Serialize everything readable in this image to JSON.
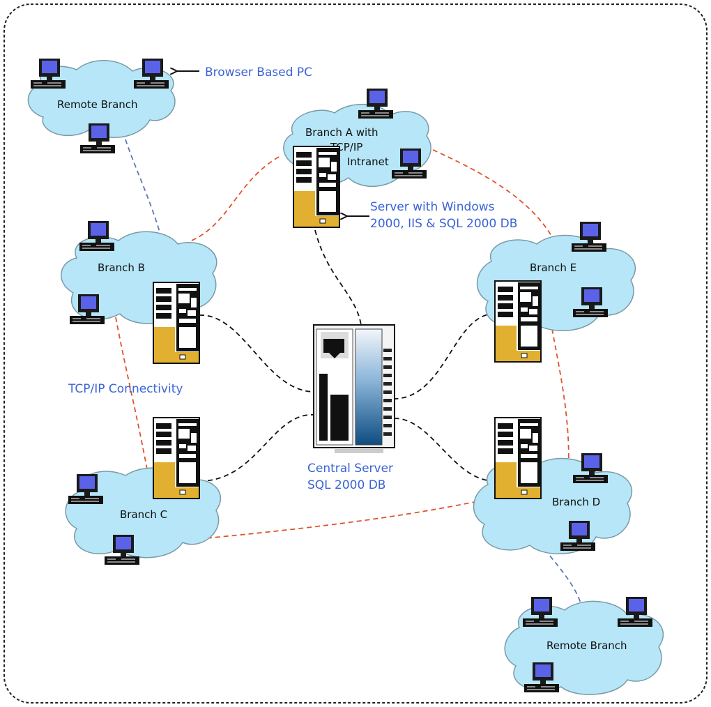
{
  "colors": {
    "cloud_fill": "#b6e6f7",
    "cloud_stroke": "#7a9aa6",
    "link_branch": "#e0522a",
    "link_remote": "#5b78b8",
    "link_central": "#111111",
    "server_accent": "#e2b030",
    "central_accent": "#1a5a8a",
    "annotation": "#3a63d6",
    "frame": "#222222"
  },
  "icons": {
    "pc": "desktop-pc-icon",
    "server": "tower-server-icon",
    "central_server": "mainframe-server-icon",
    "cloud": "network-cloud"
  },
  "clouds": {
    "remote_top": "Remote Branch",
    "branch_a": [
      "Branch A with",
      "TCP/IP",
      "Intranet"
    ],
    "branch_b": "Branch B",
    "branch_c": "Branch C",
    "branch_d": "Branch D",
    "branch_e": "Branch E",
    "remote_bottom": "Remote Branch"
  },
  "annotations": {
    "browser_pc": "Browser Based PC",
    "server_line1": "Server with Windows",
    "server_line2": "2000, IIS & SQL 2000 DB",
    "tcpip": "TCP/IP Connectivity",
    "central_line1": "Central Server",
    "central_line2": "SQL 2000 DB"
  }
}
